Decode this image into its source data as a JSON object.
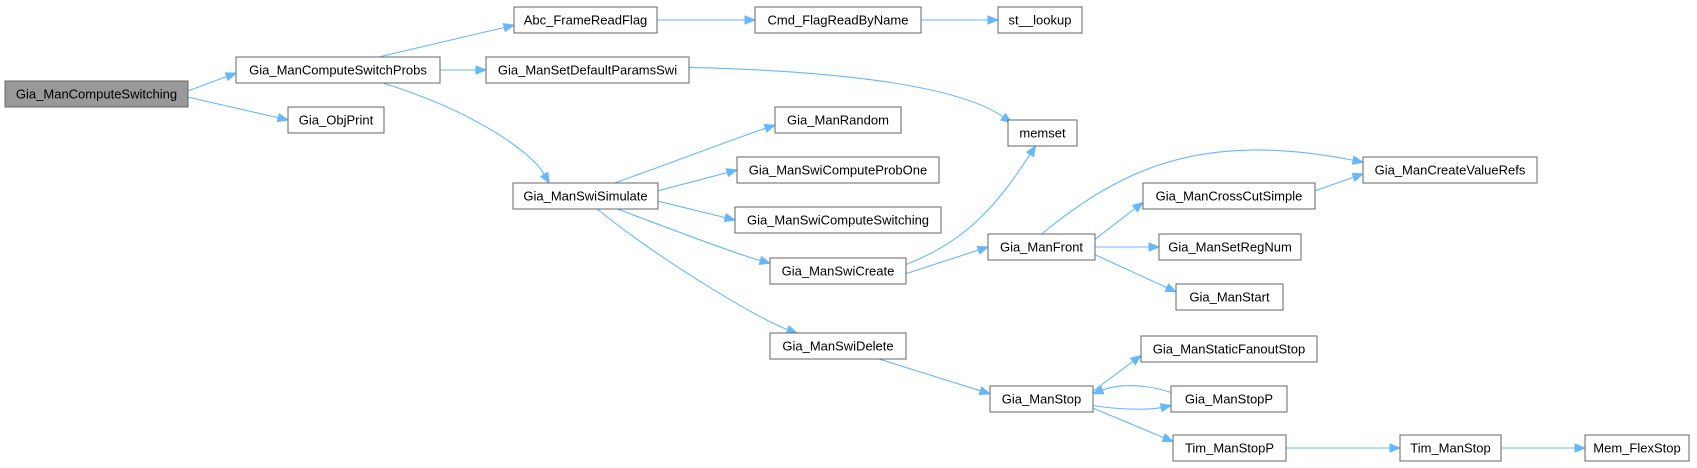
{
  "diagram": {
    "type": "call-graph",
    "edge_color": "#63b8ff",
    "node_border_color": "#666666",
    "root_fill": "#999999",
    "nodes": [
      {
        "id": "n0",
        "label": "Gia_ManComputeSwitching",
        "root": true
      },
      {
        "id": "n1",
        "label": "Gia_ManComputeSwitchProbs"
      },
      {
        "id": "n2",
        "label": "Gia_ObjPrint"
      },
      {
        "id": "n3",
        "label": "Abc_FrameReadFlag"
      },
      {
        "id": "n4",
        "label": "Gia_ManSetDefaultParamsSwi"
      },
      {
        "id": "n5",
        "label": "Gia_ManSwiSimulate"
      },
      {
        "id": "n6",
        "label": "Cmd_FlagReadByName"
      },
      {
        "id": "n7",
        "label": "st__lookup"
      },
      {
        "id": "n8",
        "label": "memset"
      },
      {
        "id": "n9",
        "label": "Gia_ManRandom"
      },
      {
        "id": "n10",
        "label": "Gia_ManSwiComputeProbOne"
      },
      {
        "id": "n11",
        "label": "Gia_ManSwiComputeSwitching"
      },
      {
        "id": "n12",
        "label": "Gia_ManSwiCreate"
      },
      {
        "id": "n13",
        "label": "Gia_ManSwiDelete"
      },
      {
        "id": "n14",
        "label": "Gia_ManFront"
      },
      {
        "id": "n15",
        "label": "Gia_ManStop"
      },
      {
        "id": "n16",
        "label": "Gia_ManCreateValueRefs"
      },
      {
        "id": "n17",
        "label": "Gia_ManCrossCutSimple"
      },
      {
        "id": "n18",
        "label": "Gia_ManSetRegNum"
      },
      {
        "id": "n19",
        "label": "Gia_ManStart"
      },
      {
        "id": "n20",
        "label": "Gia_ManStaticFanoutStop"
      },
      {
        "id": "n21",
        "label": "Gia_ManStopP"
      },
      {
        "id": "n22",
        "label": "Tim_ManStopP"
      },
      {
        "id": "n23",
        "label": "Tim_ManStop"
      },
      {
        "id": "n24",
        "label": "Mem_FlexStop"
      }
    ],
    "edges": [
      {
        "from": "n0",
        "to": "n1"
      },
      {
        "from": "n0",
        "to": "n2"
      },
      {
        "from": "n1",
        "to": "n3"
      },
      {
        "from": "n1",
        "to": "n4"
      },
      {
        "from": "n1",
        "to": "n5"
      },
      {
        "from": "n3",
        "to": "n6"
      },
      {
        "from": "n6",
        "to": "n7"
      },
      {
        "from": "n4",
        "to": "n8"
      },
      {
        "from": "n5",
        "to": "n9"
      },
      {
        "from": "n5",
        "to": "n10"
      },
      {
        "from": "n5",
        "to": "n11"
      },
      {
        "from": "n5",
        "to": "n12"
      },
      {
        "from": "n5",
        "to": "n13"
      },
      {
        "from": "n12",
        "to": "n8"
      },
      {
        "from": "n12",
        "to": "n14"
      },
      {
        "from": "n14",
        "to": "n16"
      },
      {
        "from": "n14",
        "to": "n17"
      },
      {
        "from": "n14",
        "to": "n18"
      },
      {
        "from": "n14",
        "to": "n19"
      },
      {
        "from": "n17",
        "to": "n16"
      },
      {
        "from": "n13",
        "to": "n15"
      },
      {
        "from": "n15",
        "to": "n20"
      },
      {
        "from": "n15",
        "to": "n21"
      },
      {
        "from": "n21",
        "to": "n15"
      },
      {
        "from": "n15",
        "to": "n22"
      },
      {
        "from": "n22",
        "to": "n23"
      },
      {
        "from": "n23",
        "to": "n24"
      }
    ]
  }
}
